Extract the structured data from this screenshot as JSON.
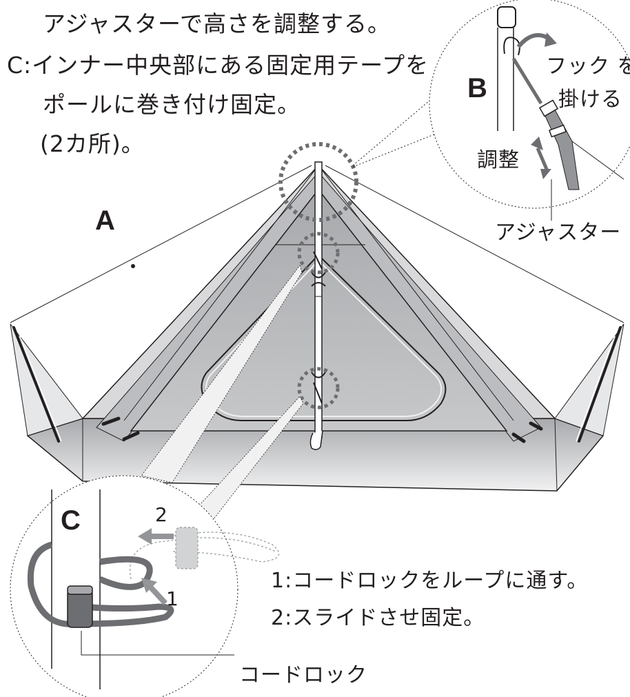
{
  "instructions": {
    "line1": "アジャスターで高さを調整する。",
    "line2": "C:インナー中央部にある固定用テープを",
    "line3": "ポールに巻き付け固定。",
    "line4": "(2カ所)。"
  },
  "labels": {
    "a": "A",
    "b": "B",
    "c": "C"
  },
  "detail_b": {
    "hook_line1": "フック を",
    "hook_line2": "掛ける",
    "adjust": "調整",
    "adjuster": "アジャスター"
  },
  "detail_c": {
    "step1_num": "1",
    "step2_num": "2",
    "step1": "1:コードロックをループに通す。",
    "step2": "2:スライドさせ固定。",
    "cord_lock": "コードロック"
  },
  "colors": {
    "ink": "#231f20",
    "tent_gray": "#bcbcbc",
    "dark_gray": "#6d6e71",
    "mid_gray": "#939598",
    "light_gray": "#d1d3d4"
  }
}
